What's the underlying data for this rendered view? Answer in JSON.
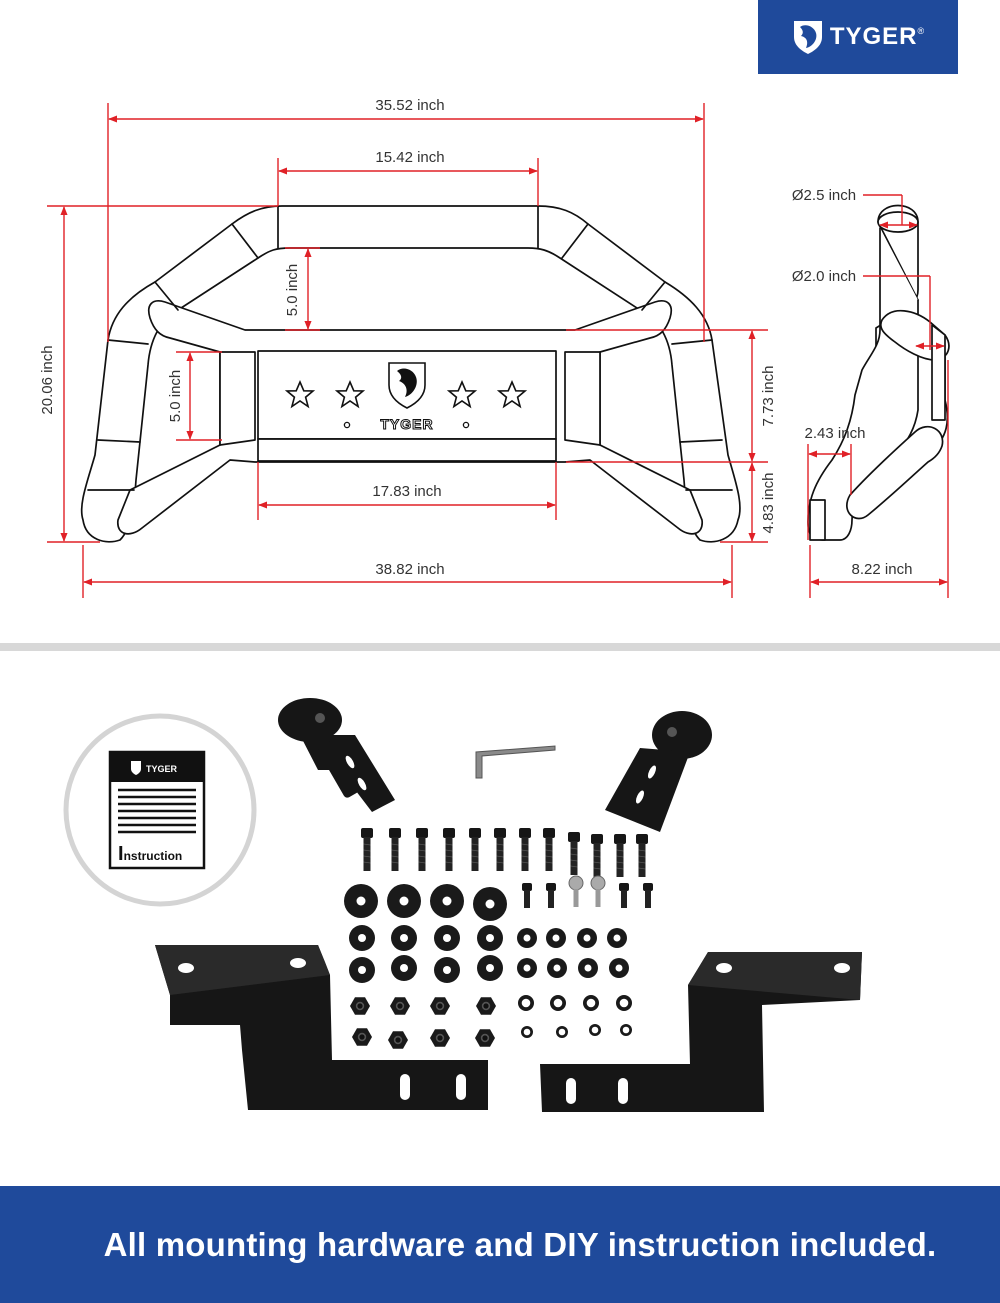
{
  "brand": {
    "name": "TYGER",
    "reg_mark": "®",
    "color": "#1f4a9b"
  },
  "dimensions": {
    "top_width": "35.52 inch",
    "inner_top_width": "15.42 inch",
    "total_height": "20.06 inch",
    "upper_gap": "5.0 inch",
    "side_gap": "5.0 inch",
    "plate_width": "17.83 inch",
    "bottom_width": "38.82 inch",
    "mid_height": "7.73 inch",
    "foot_height": "4.83 inch",
    "tube_large": "Ø2.5 inch",
    "tube_small": "Ø2.0 inch",
    "side_offset": "2.43 inch",
    "side_depth": "8.22 inch"
  },
  "plate": {
    "brand": "TYGER"
  },
  "instruction_card": {
    "brand": "TYGER",
    "title_initial": "I",
    "title_rest": "nstruction"
  },
  "banner": {
    "text": "All mounting hardware and DIY instruction included."
  },
  "colors": {
    "dimension_line": "#e02127",
    "outline": "#111111",
    "hardware": "#161616"
  }
}
